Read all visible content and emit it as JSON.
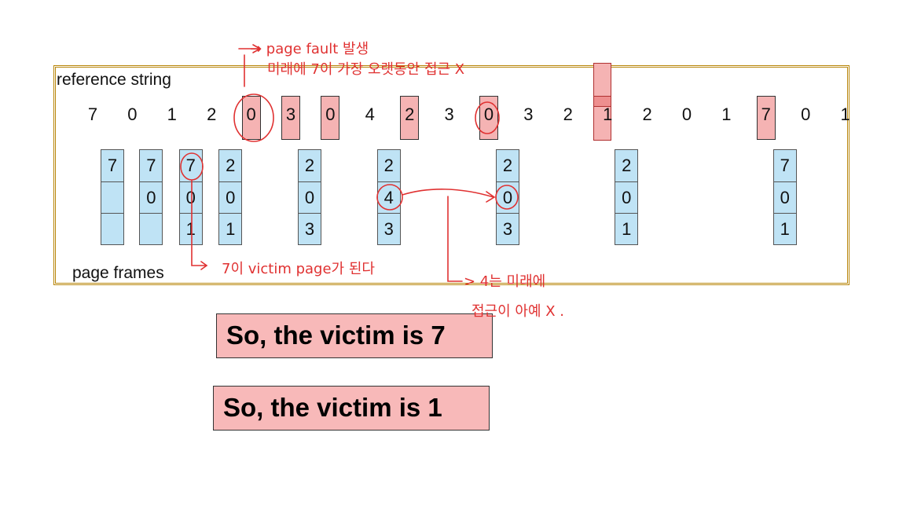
{
  "labels": {
    "reference": "reference string",
    "frames": "page frames"
  },
  "reference_string": [
    "7",
    "0",
    "1",
    "2",
    "0",
    "3",
    "0",
    "4",
    "2",
    "3",
    "0",
    "3",
    "2",
    "1",
    "2",
    "0",
    "1",
    "7",
    "0",
    "1"
  ],
  "highlighted_indices": [
    4,
    5,
    6,
    8,
    10,
    13,
    17
  ],
  "frame_columns": [
    {
      "ref_index": 0,
      "cells": [
        "7",
        "",
        ""
      ]
    },
    {
      "ref_index": 1,
      "cells": [
        "7",
        "0",
        ""
      ]
    },
    {
      "ref_index": 2,
      "cells": [
        "7",
        "0",
        "1"
      ]
    },
    {
      "ref_index": 3,
      "cells": [
        "2",
        "0",
        "1"
      ]
    },
    {
      "ref_index": 5,
      "cells": [
        "2",
        "0",
        "3"
      ]
    },
    {
      "ref_index": 7,
      "cells": [
        "2",
        "4",
        "3"
      ]
    },
    {
      "ref_index": 10,
      "cells": [
        "2",
        "0",
        "3"
      ]
    },
    {
      "ref_index": 13,
      "cells": [
        "2",
        "0",
        "1"
      ]
    },
    {
      "ref_index": 17,
      "cells": [
        "7",
        "0",
        "1"
      ]
    }
  ],
  "answers": {
    "first": "So, the victim is 7",
    "second": "So, the victim is 1"
  },
  "handwritten_notes": {
    "page_fault": "→ page fault 발생",
    "unused_note": "미래에 7이 가장 오랫동안 접근 X",
    "victim_note": "7이 victim page가 된다",
    "four_future": "> 4는 미래에",
    "four_future_2": "접근이 아예 X ."
  },
  "colors": {
    "highlight": "#f5b3b3",
    "frame_fill": "#bfe3f5",
    "answer_fill": "#f8b9b9",
    "border_gold": "#b8860b",
    "ink_red": "#e03131"
  }
}
